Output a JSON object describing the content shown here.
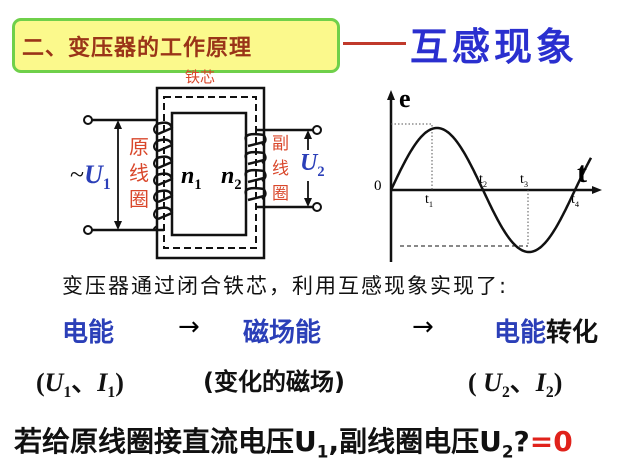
{
  "title": {
    "heading": "二、变压器的工作原理",
    "subtitle": "互感现象"
  },
  "diagram": {
    "core_label": "铁芯",
    "primary_coil_label": "原线圈",
    "secondary_coil_label": "副线圈",
    "n1": "n",
    "n1_sub": "1",
    "n2": "n",
    "n2_sub": "2",
    "u1": "U",
    "u1_sub": "1",
    "ac_symbol": "~",
    "u2": "U",
    "u2_sub": "2"
  },
  "graph": {
    "y_label": "e",
    "x_label": "t",
    "origin": "0",
    "ticks": [
      {
        "t": "t",
        "s": "1"
      },
      {
        "t": "t",
        "s": "2"
      },
      {
        "t": "t",
        "s": "3"
      },
      {
        "t": "t",
        "s": "4"
      }
    ]
  },
  "text": {
    "description": "变压器通过闭合铁芯，利用互感现象实现了:",
    "energy1": "电能",
    "arrow1": "→",
    "energy2": "磁场能",
    "arrow2": "→",
    "energy3": "电能",
    "conversion": "转化",
    "q1_open": "(",
    "q1_U": "U",
    "q1_Us": "1",
    "q1_sep": "、",
    "q1_I": "I",
    "q1_Is": "1",
    "q1_close": ")",
    "q2": "(变化的磁场)",
    "q3_open": "( ",
    "q3_U": "U",
    "q3_Us": "2",
    "q3_sep": "、",
    "q3_I": "I",
    "q3_Is": "2",
    "q3_close": ")",
    "bottom_a": "若给原线圈接直流电压U",
    "bottom_a_sub": "1",
    "bottom_b": ",副线圈电压U",
    "bottom_b_sub": "2",
    "bottom_q": "?",
    "bottom_ans": "=0"
  },
  "colors": {
    "title_bg": "#fbf98c",
    "title_border": "#6fd04a",
    "blue": "#2b3fb8",
    "red": "#d9472b"
  }
}
